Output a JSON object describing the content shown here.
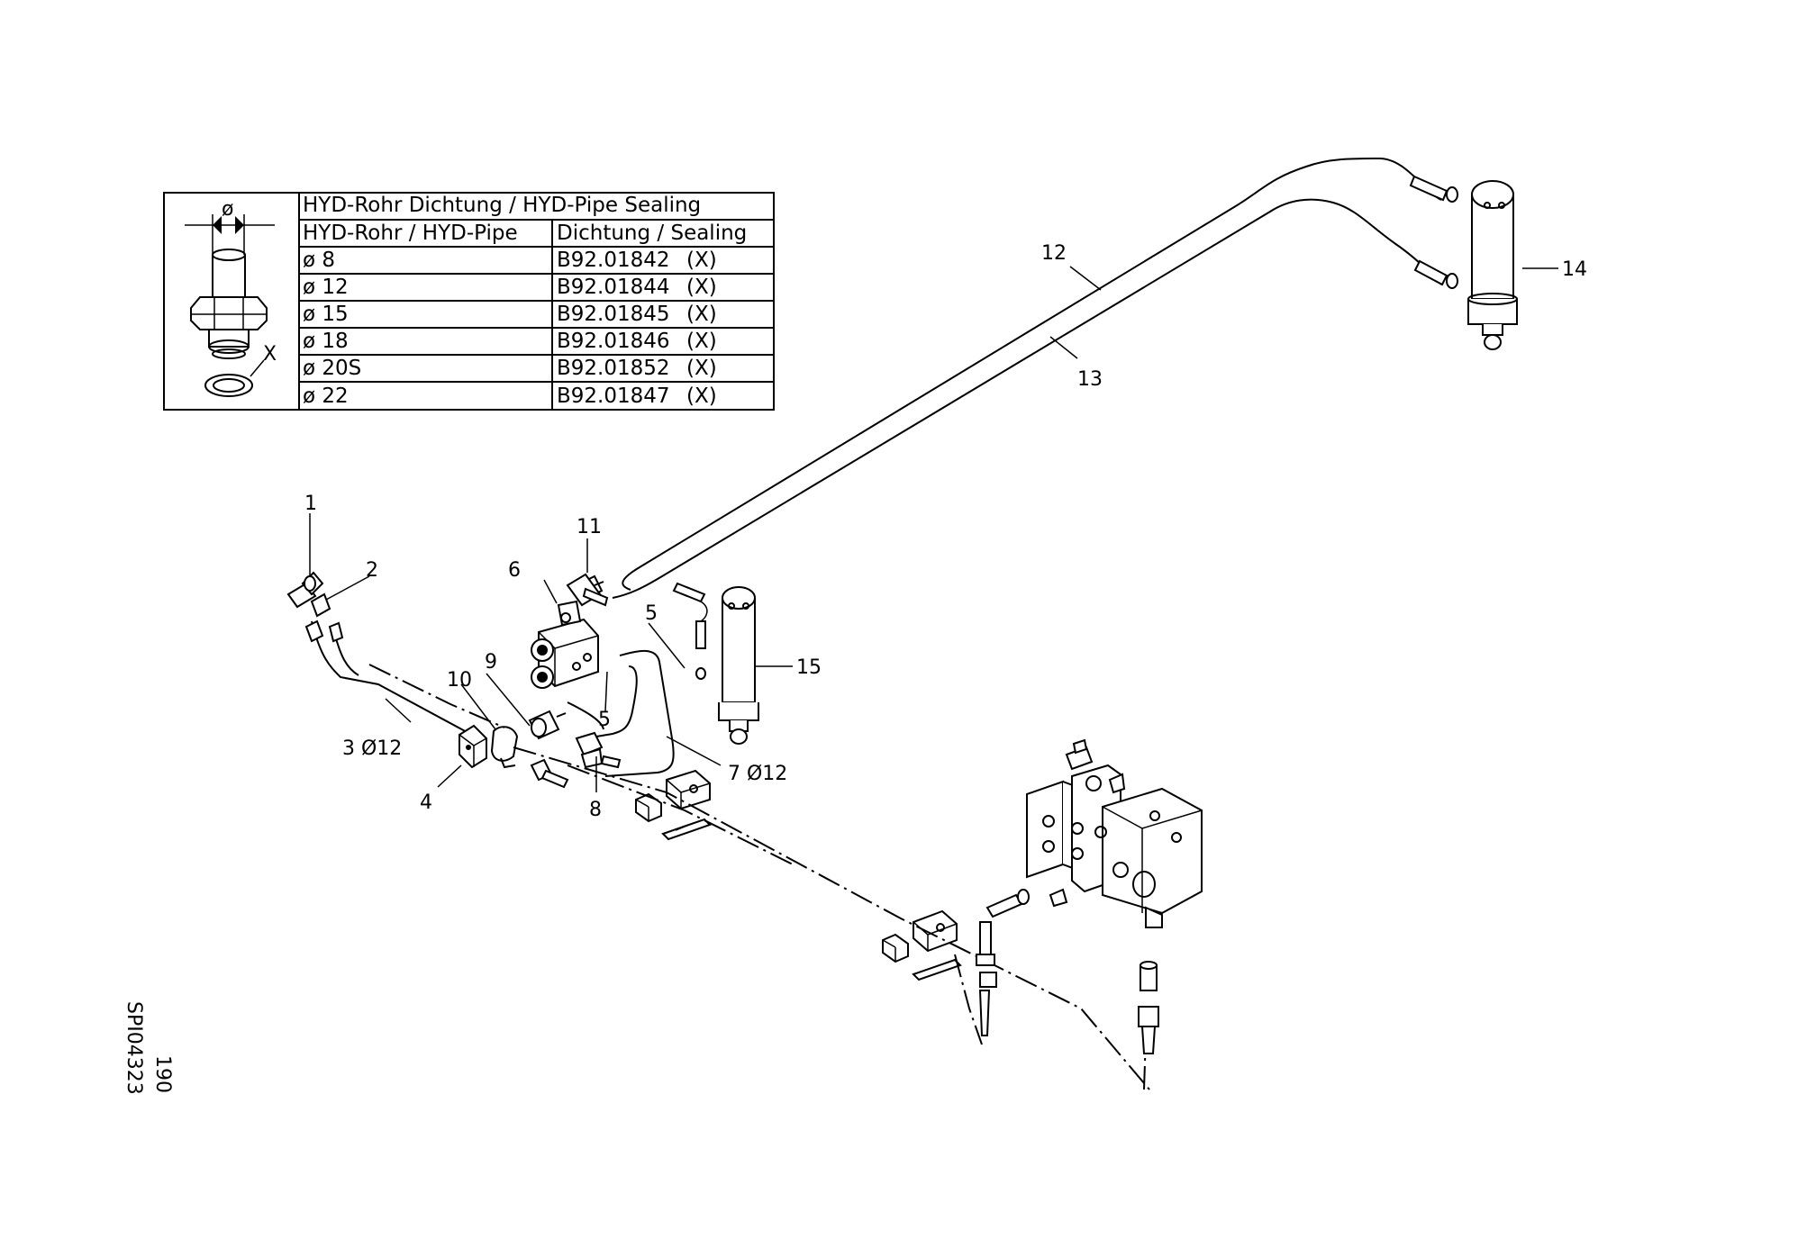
{
  "sealing_table": {
    "title": "HYD-Rohr Dichtung / HYD-Pipe Sealing",
    "header_pipe": "HYD-Rohr / HYD-Pipe",
    "header_sealing": "Dichtung / Sealing",
    "diameter_symbol": "ø",
    "seal_marker": "X",
    "rows": [
      {
        "pipe": "ø 8",
        "sealing": "B92.01842",
        "mark": "(X)"
      },
      {
        "pipe": "ø 12",
        "sealing": "B92.01844",
        "mark": "(X)"
      },
      {
        "pipe": "ø 15",
        "sealing": "B92.01845",
        "mark": "(X)"
      },
      {
        "pipe": "ø 18",
        "sealing": "B92.01846",
        "mark": "(X)"
      },
      {
        "pipe": "ø 20S",
        "sealing": "B92.01852",
        "mark": "(X)"
      },
      {
        "pipe": "ø 22",
        "sealing": "B92.01847",
        "mark": "(X)"
      }
    ]
  },
  "callouts": {
    "c1": "1",
    "c2": "2",
    "c3": "3 Ø12",
    "c4": "4",
    "c5a": "5",
    "c5b": "5",
    "c6": "6",
    "c7": "7 Ø12",
    "c8": "8",
    "c9": "9",
    "c10": "10",
    "c11": "11",
    "c12": "12",
    "c13": "13",
    "c14": "14",
    "c15": "15"
  },
  "footer": {
    "drawing_number": "SPI04323",
    "page_number": "190"
  }
}
